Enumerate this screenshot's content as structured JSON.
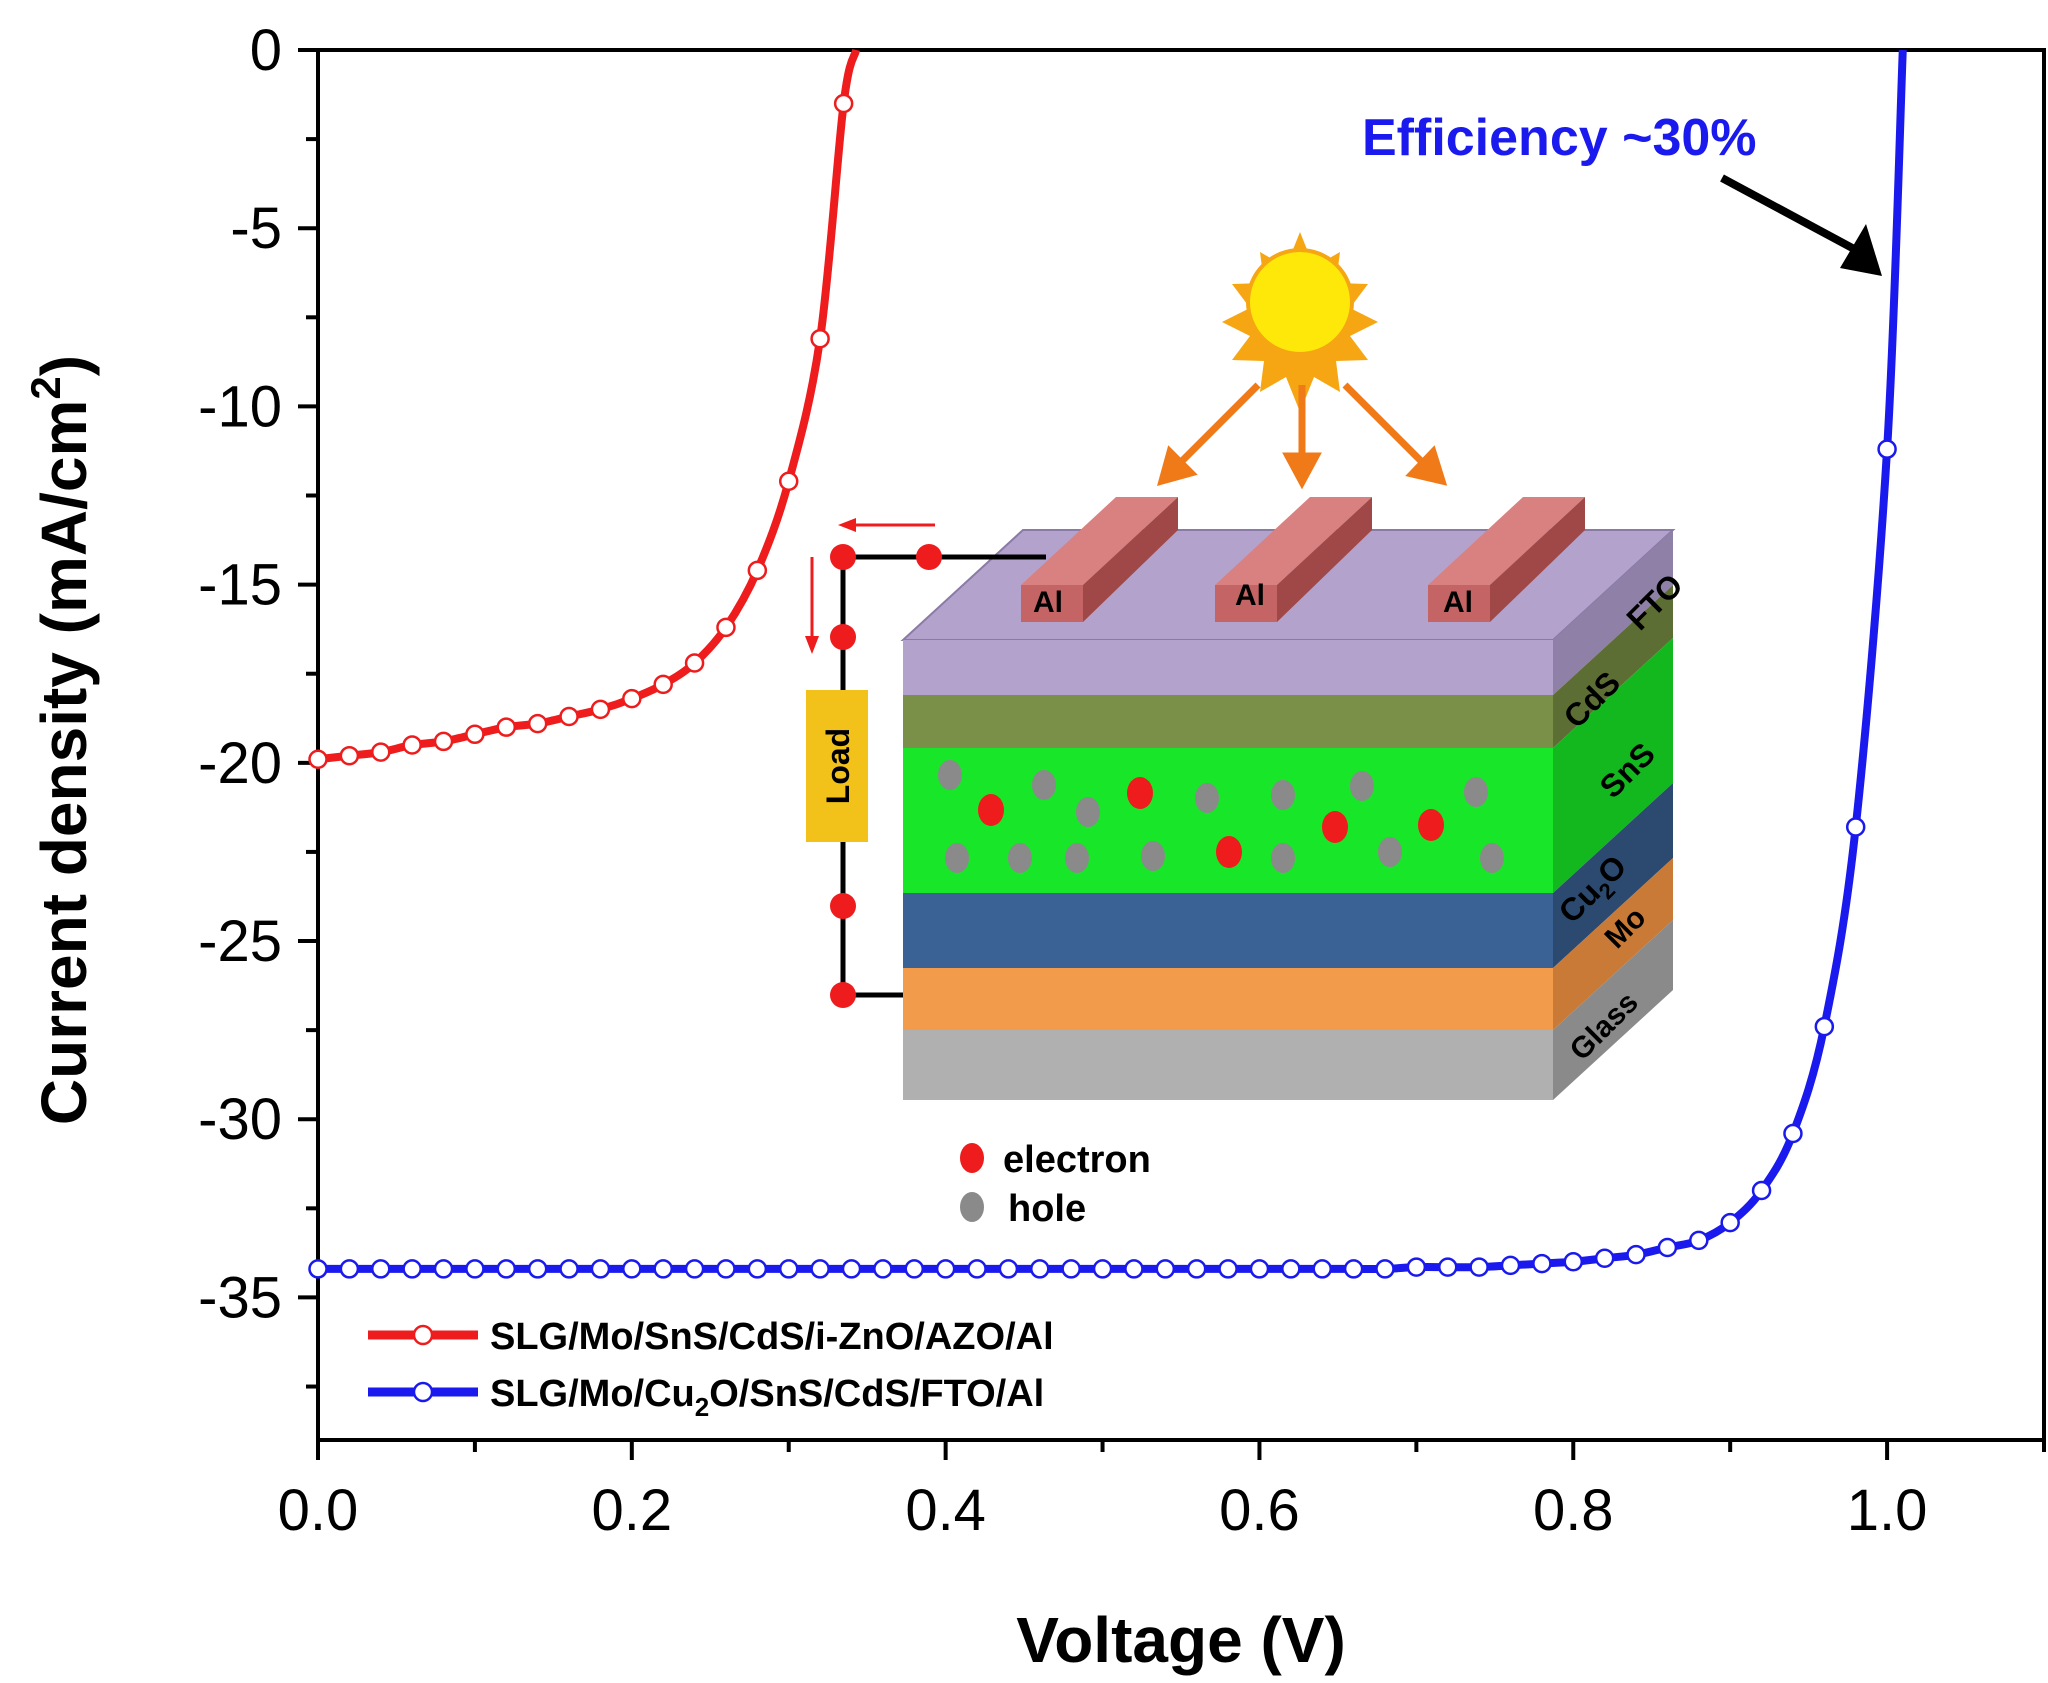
{
  "chart_data": {
    "type": "line",
    "xlabel": "Voltage (V)",
    "ylabel_main": "Current density (mA/cm",
    "ylabel_sup": "2",
    "ylabel_end": ")",
    "xlim": [
      0,
      1.1
    ],
    "ylim": [
      -39,
      0
    ],
    "xticks": [
      0.0,
      0.2,
      0.4,
      0.6,
      0.8,
      1.0
    ],
    "xtick_labels": [
      "0.0",
      "0.2",
      "0.4",
      "0.6",
      "0.8",
      "1.0"
    ],
    "yticks": [
      0,
      -5,
      -10,
      -15,
      -20,
      -25,
      -30,
      -35
    ],
    "ytick_labels": [
      "0",
      "-5",
      "-10",
      "-15",
      "-20",
      "-25",
      "-30",
      "-35"
    ],
    "legend_position": "bottom-left",
    "series": [
      {
        "name": "SLG/Mo/SnS/CdS/i-ZnO/AZO/Al",
        "color": "#ee1c1c",
        "x": [
          0.0,
          0.02,
          0.04,
          0.06,
          0.08,
          0.1,
          0.12,
          0.14,
          0.16,
          0.18,
          0.2,
          0.22,
          0.24,
          0.26,
          0.28,
          0.3,
          0.32,
          0.335,
          0.343
        ],
        "y": [
          -19.9,
          -19.8,
          -19.7,
          -19.5,
          -19.4,
          -19.2,
          -19.0,
          -18.9,
          -18.7,
          -18.5,
          -18.2,
          -17.8,
          -17.2,
          -16.2,
          -14.6,
          -12.1,
          -8.1,
          -1.5,
          0
        ]
      },
      {
        "name": "SLG/Mo/Cu",
        "name_sub": "2",
        "name_end": "O/SnS/CdS/FTO/Al",
        "color": "#1a1aee",
        "x": [
          0.0,
          0.02,
          0.04,
          0.06,
          0.08,
          0.1,
          0.12,
          0.14,
          0.16,
          0.18,
          0.2,
          0.22,
          0.24,
          0.26,
          0.28,
          0.3,
          0.32,
          0.34,
          0.36,
          0.38,
          0.4,
          0.42,
          0.44,
          0.46,
          0.48,
          0.5,
          0.52,
          0.54,
          0.56,
          0.58,
          0.6,
          0.62,
          0.64,
          0.66,
          0.68,
          0.7,
          0.72,
          0.74,
          0.76,
          0.78,
          0.8,
          0.82,
          0.84,
          0.86,
          0.88,
          0.9,
          0.92,
          0.94,
          0.96,
          0.98,
          1.0,
          1.01
        ],
        "y": [
          -34.2,
          -34.2,
          -34.2,
          -34.2,
          -34.2,
          -34.2,
          -34.2,
          -34.2,
          -34.2,
          -34.2,
          -34.2,
          -34.2,
          -34.2,
          -34.2,
          -34.2,
          -34.2,
          -34.2,
          -34.2,
          -34.2,
          -34.2,
          -34.2,
          -34.2,
          -34.2,
          -34.2,
          -34.2,
          -34.2,
          -34.2,
          -34.2,
          -34.2,
          -34.2,
          -34.2,
          -34.2,
          -34.2,
          -34.2,
          -34.2,
          -34.15,
          -34.15,
          -34.15,
          -34.1,
          -34.05,
          -34.0,
          -33.9,
          -33.8,
          -33.6,
          -33.4,
          -32.9,
          -32.0,
          -30.4,
          -27.4,
          -21.8,
          -11.2,
          0
        ]
      }
    ],
    "annotation": "Efficiency ~30%"
  },
  "inset": {
    "layers": [
      "FTO",
      "CdS",
      "SnS",
      "Cu",
      "Mo",
      "Glass"
    ],
    "cu2o_sub": "2",
    "cu2o_end": "O",
    "contacts": [
      "Al",
      "Al",
      "Al"
    ],
    "load_label": "Load",
    "legend_electron": "electron",
    "legend_hole": "hole",
    "colors": {
      "fto": "#b3a3cc",
      "cds": "#7a8f47",
      "sns": "#18e628",
      "cu2o": "#3a6294",
      "mo": "#f29b4b",
      "glass": "#b0b0b0",
      "al": "#c46464",
      "sun": "#fde80a",
      "sun_ray": "#f5a612",
      "arrow": "#f07a18",
      "electron": "#ee1c1c",
      "hole": "#8a8a8a",
      "load": "#f2c21a"
    }
  }
}
